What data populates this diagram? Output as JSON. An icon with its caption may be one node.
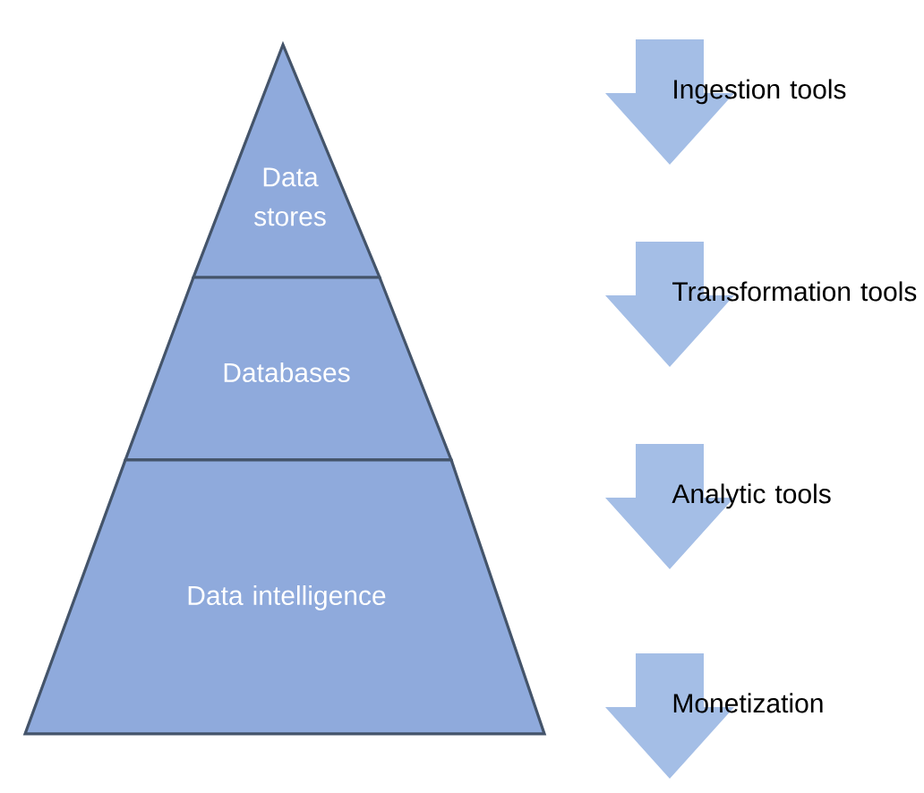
{
  "diagram": {
    "nodes": [
      {
        "text": [
          "Data stores"
        ]
      },
      {
        "text": [
          "Databases"
        ]
      },
      {
        "text": [
          "Data intelligence"
        ]
      }
    ],
    "labels": [
      "Ingestion tools",
      "Transformation tools",
      "Analytic tools",
      "Monetization"
    ]
  }
}
